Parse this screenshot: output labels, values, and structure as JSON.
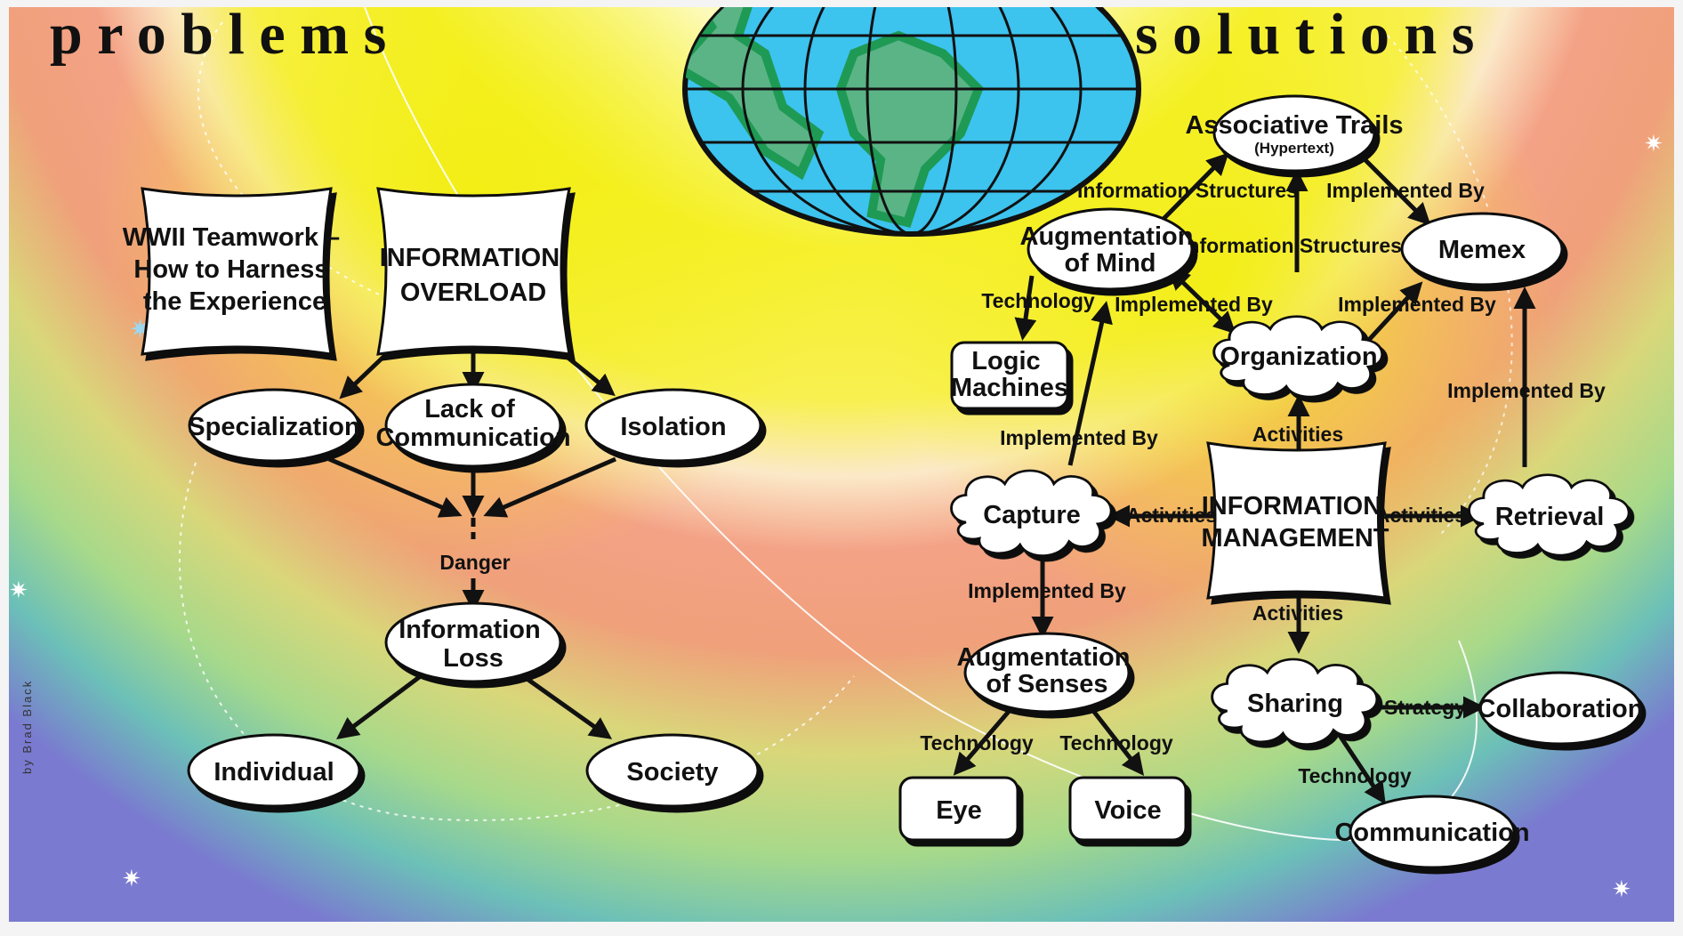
{
  "titles": {
    "left": "p r o b l e m s",
    "right": "s o l u t i o n s"
  },
  "credit": "by Brad Black",
  "colors": {
    "ocean": "#3cc3ee",
    "land": "#5bb486",
    "coast": "#1e9a54",
    "node_fill": "#ffffff",
    "outline": "#111111",
    "sky_top": "#fffde0",
    "sky_yellow": "#f5f02a",
    "band_salmon": "#ef9a7c",
    "band_green": "#b8d870",
    "band_blue": "#3aa9c8"
  },
  "nodes": {
    "wwii": [
      "WWII Teamwork –",
      "How to Harness",
      "the Experience"
    ],
    "overload": [
      "INFORMATION",
      "OVERLOAD"
    ],
    "specialization": [
      "Specialization"
    ],
    "lack": [
      "Lack of",
      "Communication"
    ],
    "isolation": [
      "Isolation"
    ],
    "info_loss": [
      "Information",
      "Loss"
    ],
    "individual": [
      "Individual"
    ],
    "society": [
      "Society"
    ],
    "assoc": [
      "Associative Trails",
      "(Hypertext)"
    ],
    "aug_mind": [
      "Augmentation",
      "of Mind"
    ],
    "memex": [
      "Memex"
    ],
    "logic": [
      "Logic",
      "Machines"
    ],
    "organization": [
      "Organization"
    ],
    "capture": [
      "Capture"
    ],
    "info_mgmt": [
      "INFORMATION",
      "MANAGEMENT"
    ],
    "retrieval": [
      "Retrieval"
    ],
    "aug_senses": [
      "Augmentation",
      "of Senses"
    ],
    "sharing": [
      "Sharing"
    ],
    "collaboration": [
      "Collaboration"
    ],
    "eye": [
      "Eye"
    ],
    "voice": [
      "Voice"
    ],
    "communication": [
      "Communication"
    ]
  },
  "edge_labels": {
    "danger": "Danger",
    "info_struct_1": "Information Structures",
    "info_struct_2": "Information Structures",
    "impl_memex": "Implemented By",
    "technology_logic": "Technology",
    "impl_mind_org": "Implemented By",
    "impl_org_memex": "Implemented By",
    "impl_ret_memex": "Implemented By",
    "impl_capture_mind": "Implemented By",
    "activities_org": "Activities",
    "activities_capture": "Activities",
    "activities_retrieval": "Activities",
    "activities_sharing": "Activities",
    "impl_capture_senses": "Implemented By",
    "technology_eye": "Technology",
    "technology_voice": "Technology",
    "strategy": "Strategy",
    "technology_comm": "Technology"
  }
}
